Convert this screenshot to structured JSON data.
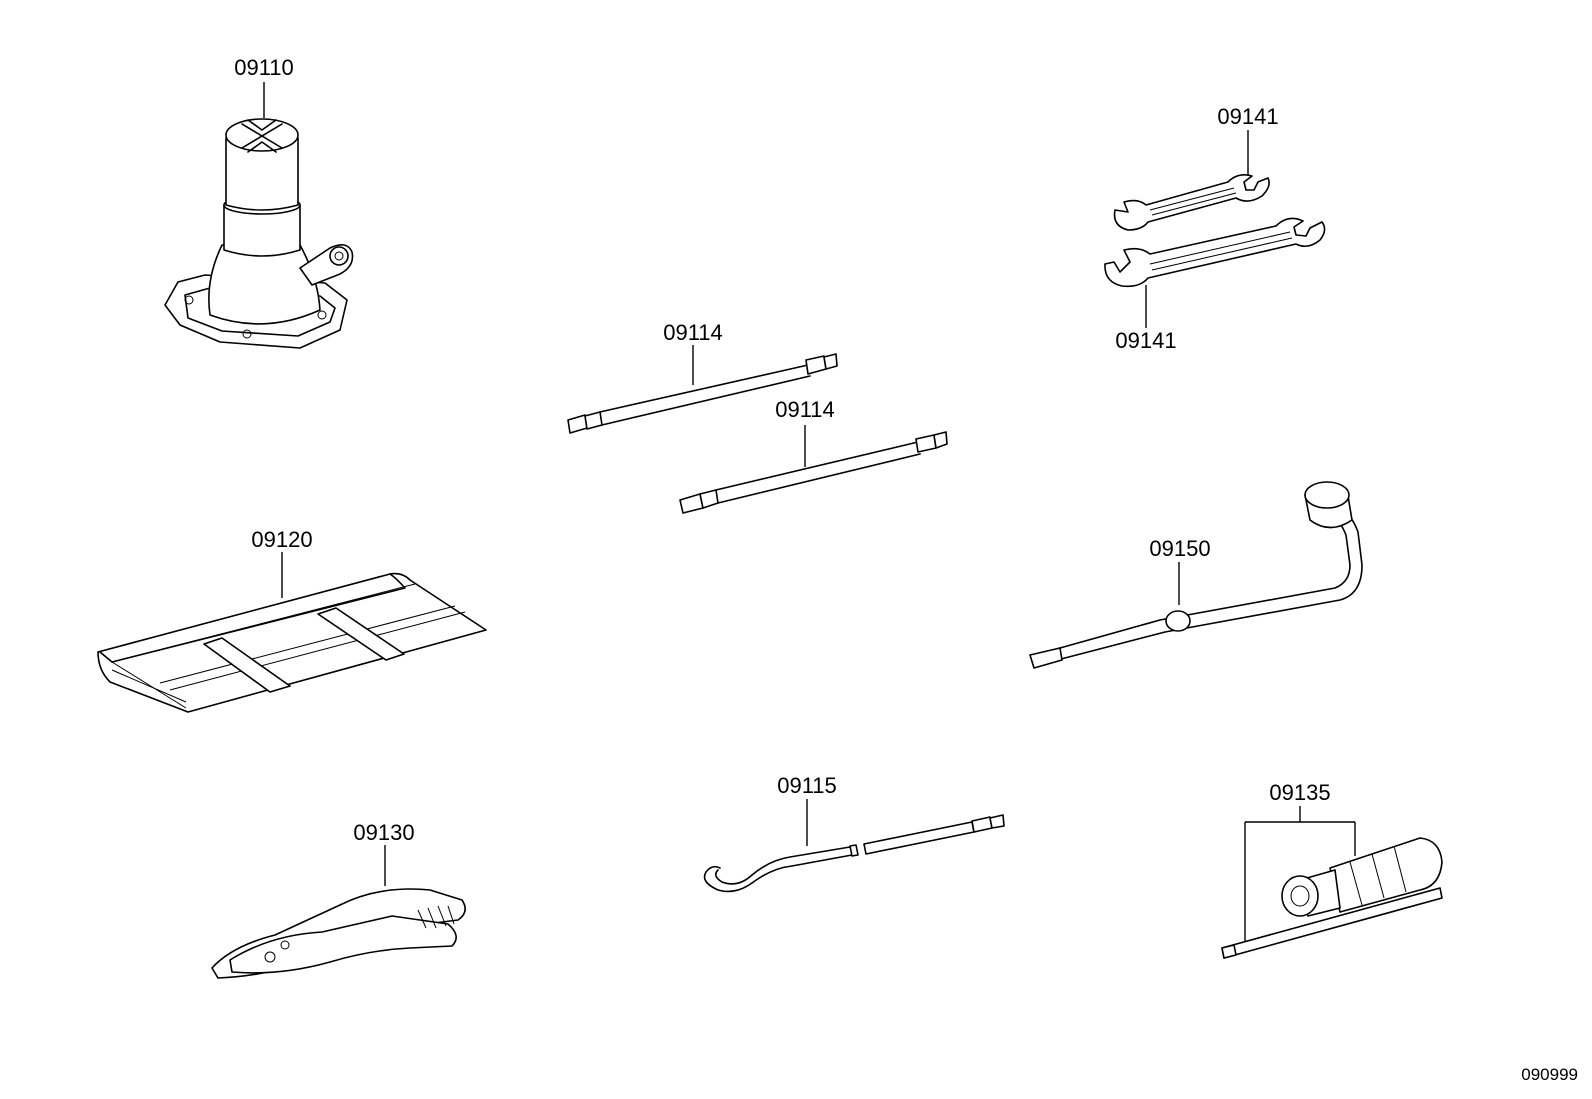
{
  "parts": [
    {
      "id": "jack",
      "label": "09110"
    },
    {
      "id": "jack-handle-a",
      "label": "09114"
    },
    {
      "id": "jack-handle-b",
      "label": "09114"
    },
    {
      "id": "wrench-small",
      "label": "09141"
    },
    {
      "id": "wrench-large",
      "label": "09141"
    },
    {
      "id": "tool-bag",
      "label": "09120"
    },
    {
      "id": "lug-wrench",
      "label": "09150"
    },
    {
      "id": "pliers",
      "label": "09130"
    },
    {
      "id": "hook-rod",
      "label": "09115"
    },
    {
      "id": "screwdriver",
      "label": "09135"
    }
  ],
  "ref_code": "090999"
}
